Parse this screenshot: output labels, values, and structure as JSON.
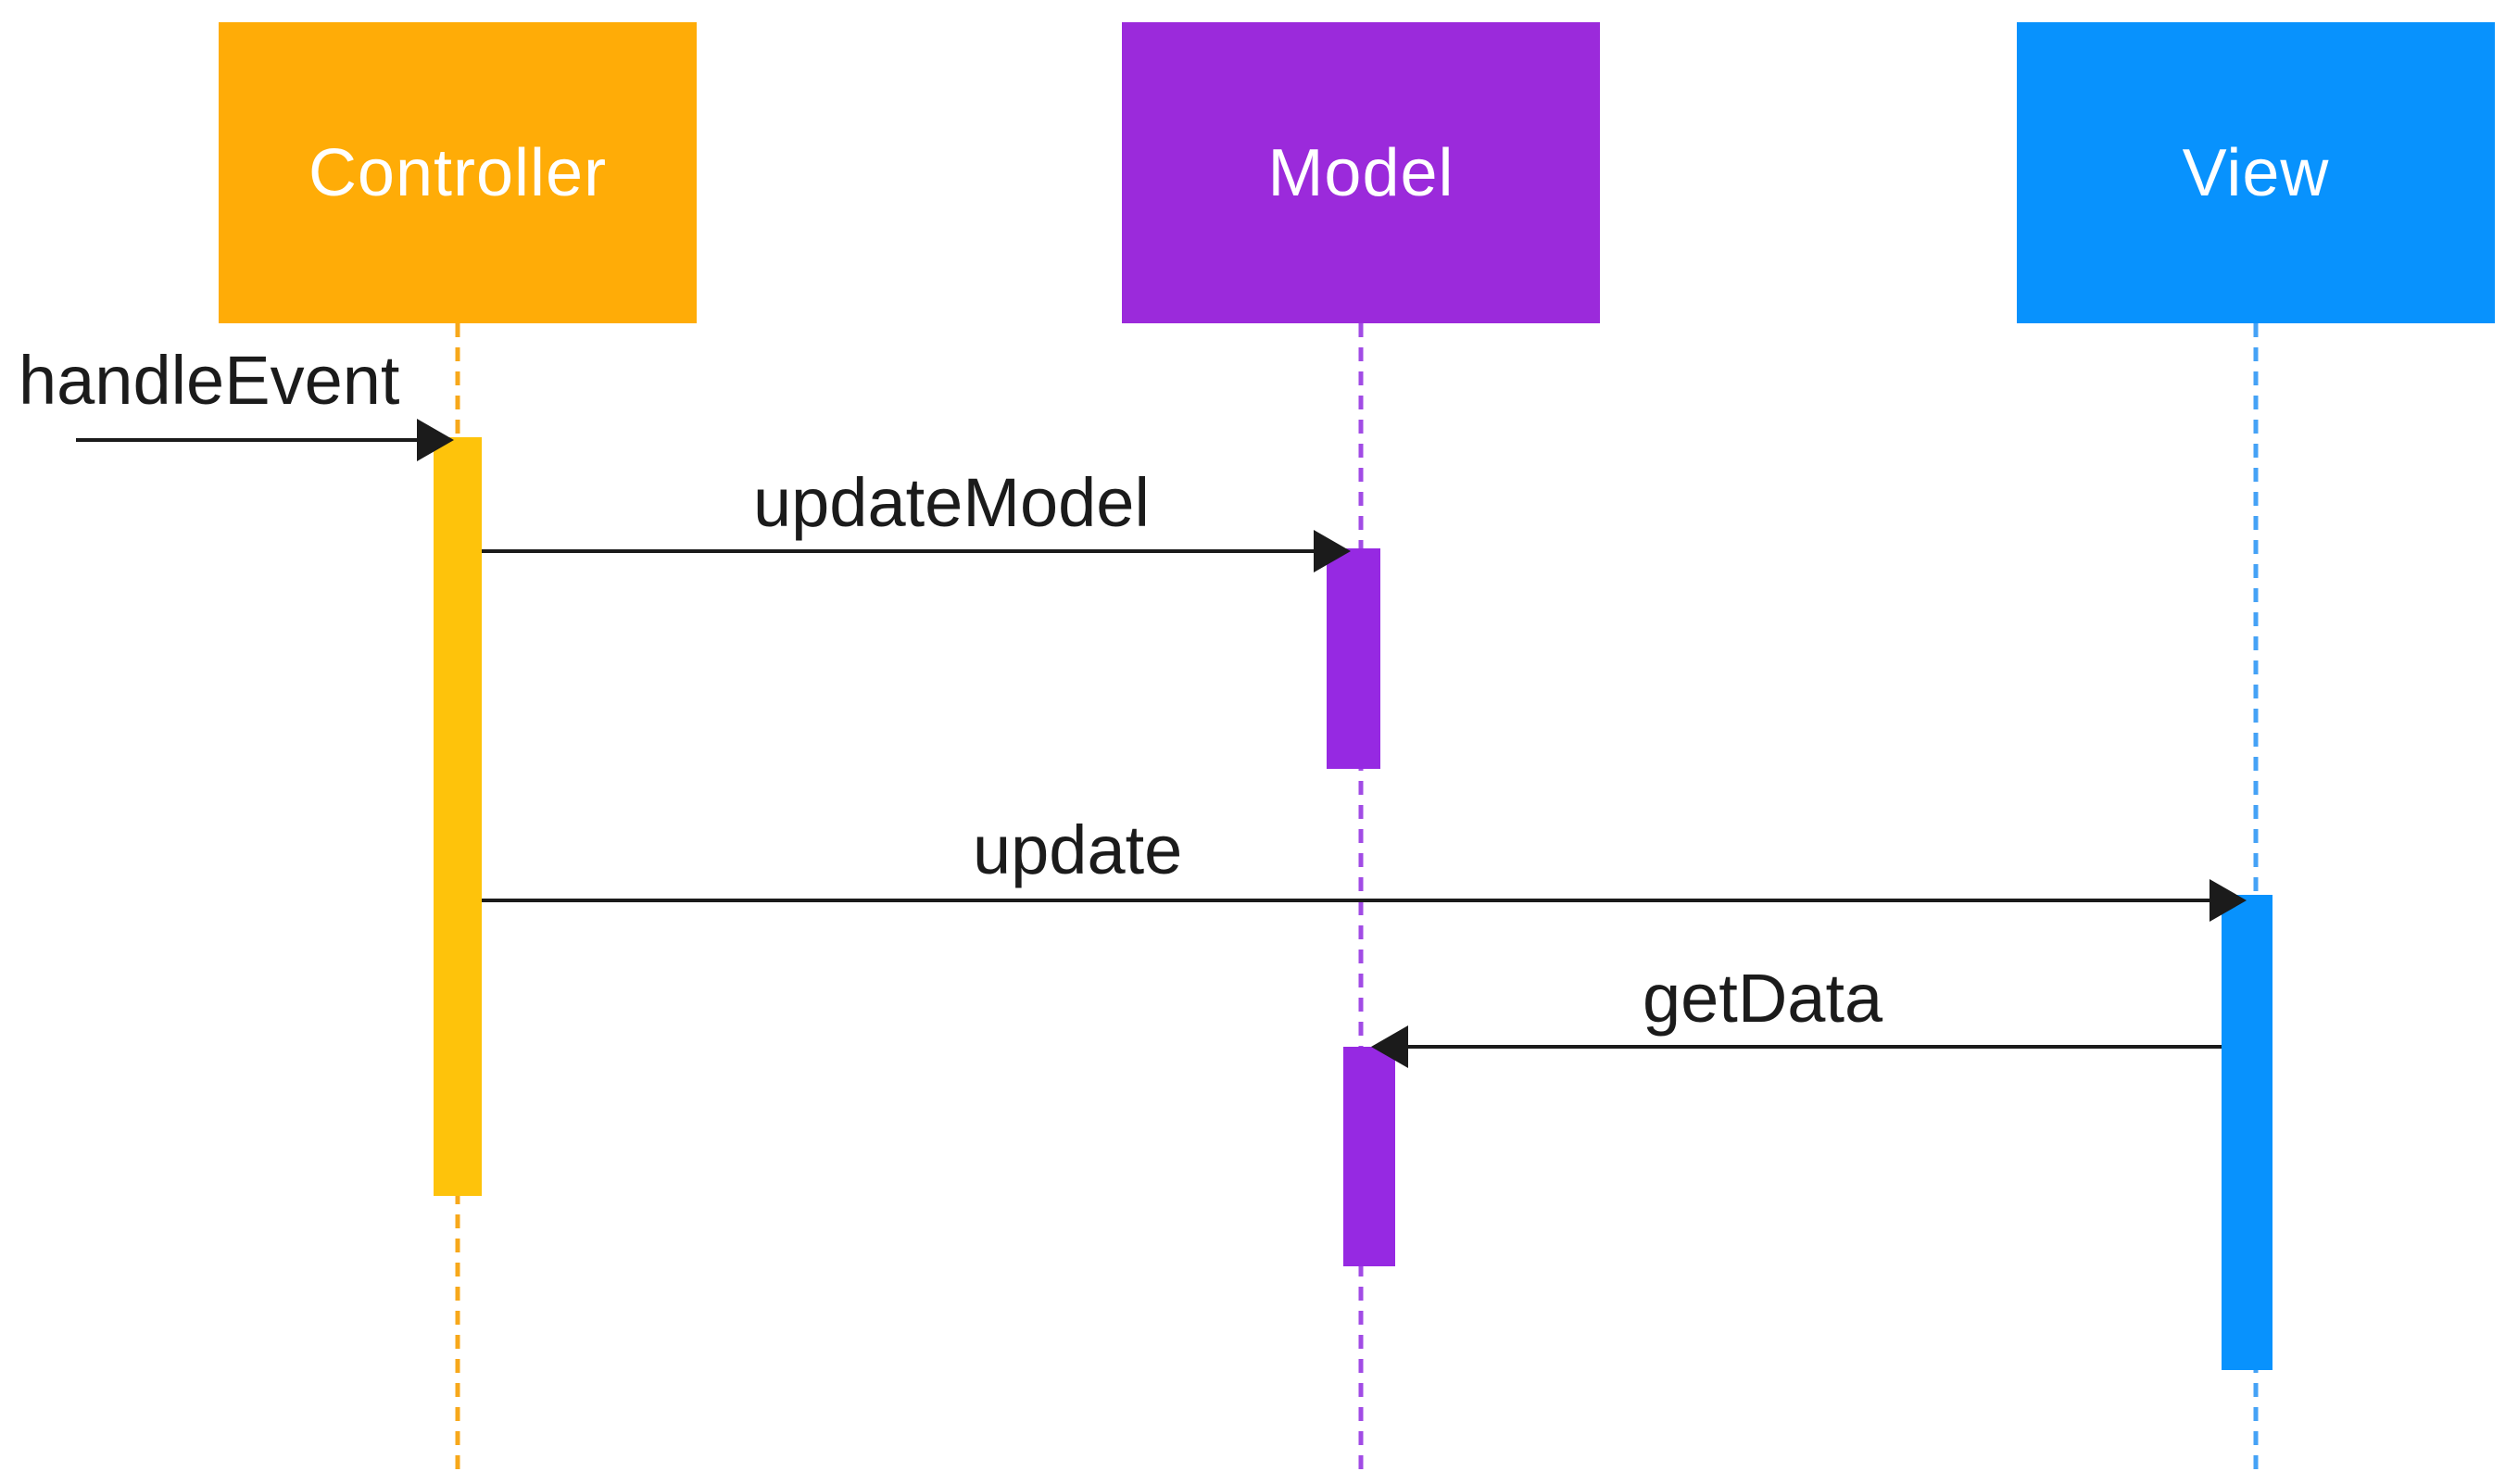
{
  "diagram": {
    "kind": "uml-sequence-diagram"
  },
  "participants": [
    {
      "name": "Controller",
      "color": "#FFAC07"
    },
    {
      "name": "Model",
      "color": "#9B2ADB"
    },
    {
      "name": "View",
      "color": "#0892FD"
    }
  ],
  "messages": [
    {
      "label": "handleEvent",
      "from": "external",
      "to": "Controller"
    },
    {
      "label": "updateModel",
      "from": "Controller",
      "to": "Model"
    },
    {
      "label": "update",
      "from": "Controller",
      "to": "View"
    },
    {
      "label": "getData",
      "from": "View",
      "to": "Model"
    }
  ],
  "colors": {
    "background": "#FFFFFF",
    "text": "#1B1B1B",
    "arrow": "#1B1B1B",
    "orange-box": "#FFAC07",
    "orange-bar": "#FEC30B",
    "orange-dash": "#F7A81B",
    "purple-box": "#9B2ADB",
    "purple-bar": "#9629E2",
    "purple-dash": "#A14BE5",
    "blue-box": "#0892FD",
    "blue-bar": "#0892FD",
    "blue-dash": "#45A2F6"
  }
}
